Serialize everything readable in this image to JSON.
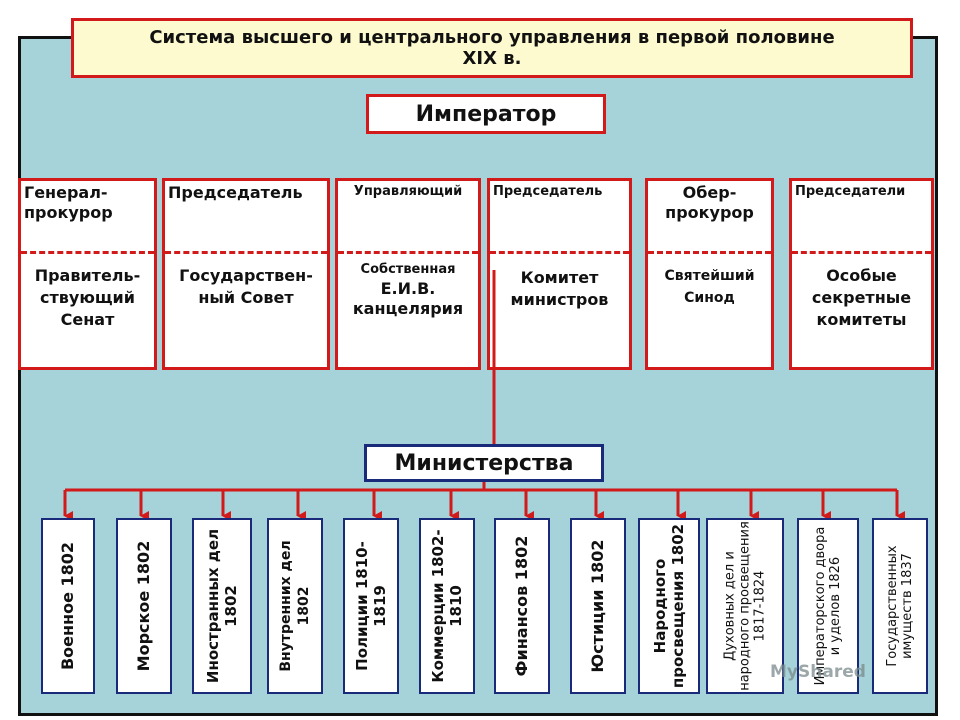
{
  "title": {
    "line1": "Система высшего и центрального управления в первой половине",
    "line2": "XIX в."
  },
  "emperor": "Император",
  "ministries_header": "Министерства",
  "top_bodies": [
    {
      "head": "Генерал-прокурор",
      "body": "Правитель-ствующий Сенат"
    },
    {
      "head": "Председатель",
      "body": "Государствен-ный Совет"
    },
    {
      "head": "Управляющий",
      "body_small": "Собственная",
      "body": "Е.И.В. канцелярия"
    },
    {
      "head": "Председатель",
      "body": "Комитет министров"
    },
    {
      "head": "Обер-прокурор",
      "body": "Святейший Синод"
    },
    {
      "head": "Председатели",
      "body": "Особые секретные комитеты"
    }
  ],
  "ministries": [
    "Военное 1802",
    "Морское 1802",
    "Иностранных дел 1802",
    "Внутренних дел 1802",
    "Полиции 1810-1819",
    "Коммерции 1802-1810",
    "Финансов 1802",
    "Юстиции 1802",
    "Народного просвещения 1802",
    "Духовных дел и народного просвещения 1817-1824",
    "Императорского двора и уделов 1826",
    "Государственных имуществ 1837"
  ],
  "watermark": "MyShared",
  "colors": {
    "panel": "#a6d3d9",
    "border_red": "#d21a1a",
    "border_navy": "#1a2a7a",
    "title_bg": "#fdfad0"
  }
}
